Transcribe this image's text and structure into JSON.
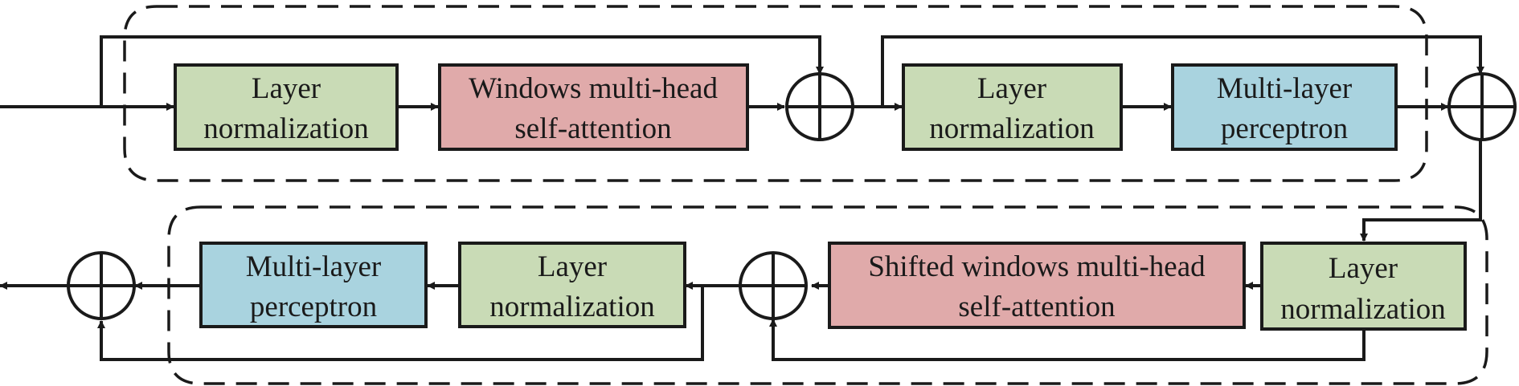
{
  "colors": {
    "layer_norm": "#c9dbb6",
    "attention": "#e0aaaa",
    "mlp": "#a9d3df",
    "stroke": "#1a1a1a"
  },
  "top_row": {
    "ln1_line1": "Layer",
    "ln1_line2": "normalization",
    "wmsa_line1": "Windows multi-head",
    "wmsa_line2": "self-attention",
    "ln2_line1": "Layer",
    "ln2_line2": "normalization",
    "mlp_line1": "Multi-layer",
    "mlp_line2": "perceptron"
  },
  "bottom_row": {
    "ln3_line1": "Layer",
    "ln3_line2": "normalization",
    "swmsa_line1": "Shifted windows multi-head",
    "swmsa_line2": "self-attention",
    "ln4_line1": "Layer",
    "ln4_line2": "normalization",
    "mlp_line1": "Multi-layer",
    "mlp_line2": "perceptron"
  }
}
